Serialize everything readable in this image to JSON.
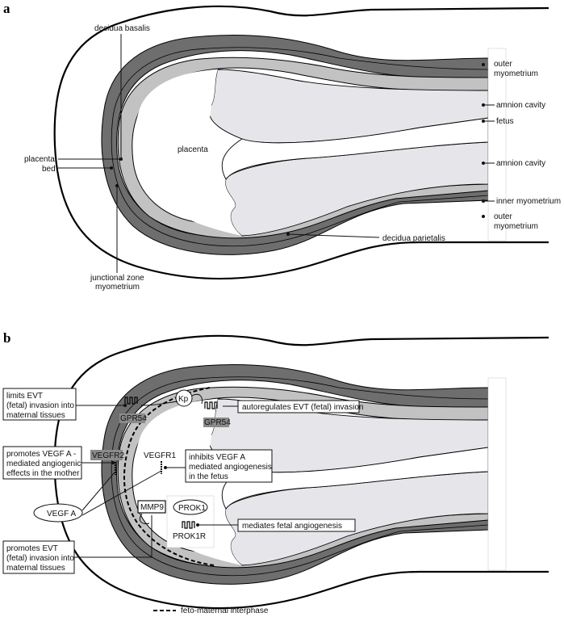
{
  "panel_a": {
    "letter": "a",
    "labels": {
      "decidua_basalis": "decidua basalis",
      "placental_bed_1": "placental",
      "placental_bed_2": "bed",
      "placenta": "placenta",
      "junctional_1": "junctional zone",
      "junctional_2": "myometrium",
      "outer_myo_top_1": "outer",
      "outer_myo_top_2": "myometrium",
      "amnion_top": "amnion cavity",
      "fetus": "fetus",
      "amnion_mid": "amnion cavity",
      "inner_myo": "inner myometrium",
      "outer_myo_bot_1": "outer",
      "outer_myo_bot_2": "myometrium",
      "decidua_parietalis": "decidua parietalis"
    }
  },
  "panel_b": {
    "letter": "b",
    "boxes": {
      "limits_1": "limits EVT",
      "limits_2": "(fetal) invasion into",
      "limits_3": "maternal tissues",
      "promotes_vegf_1": "promotes VEGF A -",
      "promotes_vegf_2": "mediated angiogenic",
      "promotes_vegf_3": "effects in the mother",
      "promotes_evt_1": "promotes EVT",
      "promotes_evt_2": "(fetal) invasion into",
      "promotes_evt_3": "maternal tissues",
      "autoreg": "autoregulates EVT (fetal) invasion",
      "inhibits_1": "inhibits VEGF A",
      "inhibits_2": "mediated angiogenesis",
      "inhibits_3": "in the fetus",
      "mediates": "mediates fetal angiogenesis"
    },
    "molecules": {
      "kp": "Kp",
      "gpr54_left": "GPR54",
      "gpr54_right": "GPR54",
      "vegfr2": "VEGFR2",
      "vegfr1": "VEGFR1",
      "vegfa": "VEGF A",
      "mmp9": "MMP9",
      "prok1": "PROK1",
      "prok1r": "PROK1R"
    },
    "legend": "feto-maternal interphase"
  },
  "colors": {
    "dark_band": "#6e6e6e",
    "light_band": "#c2c2c2",
    "placenta_fill": "#e6e6ea",
    "outline": "#000000"
  }
}
